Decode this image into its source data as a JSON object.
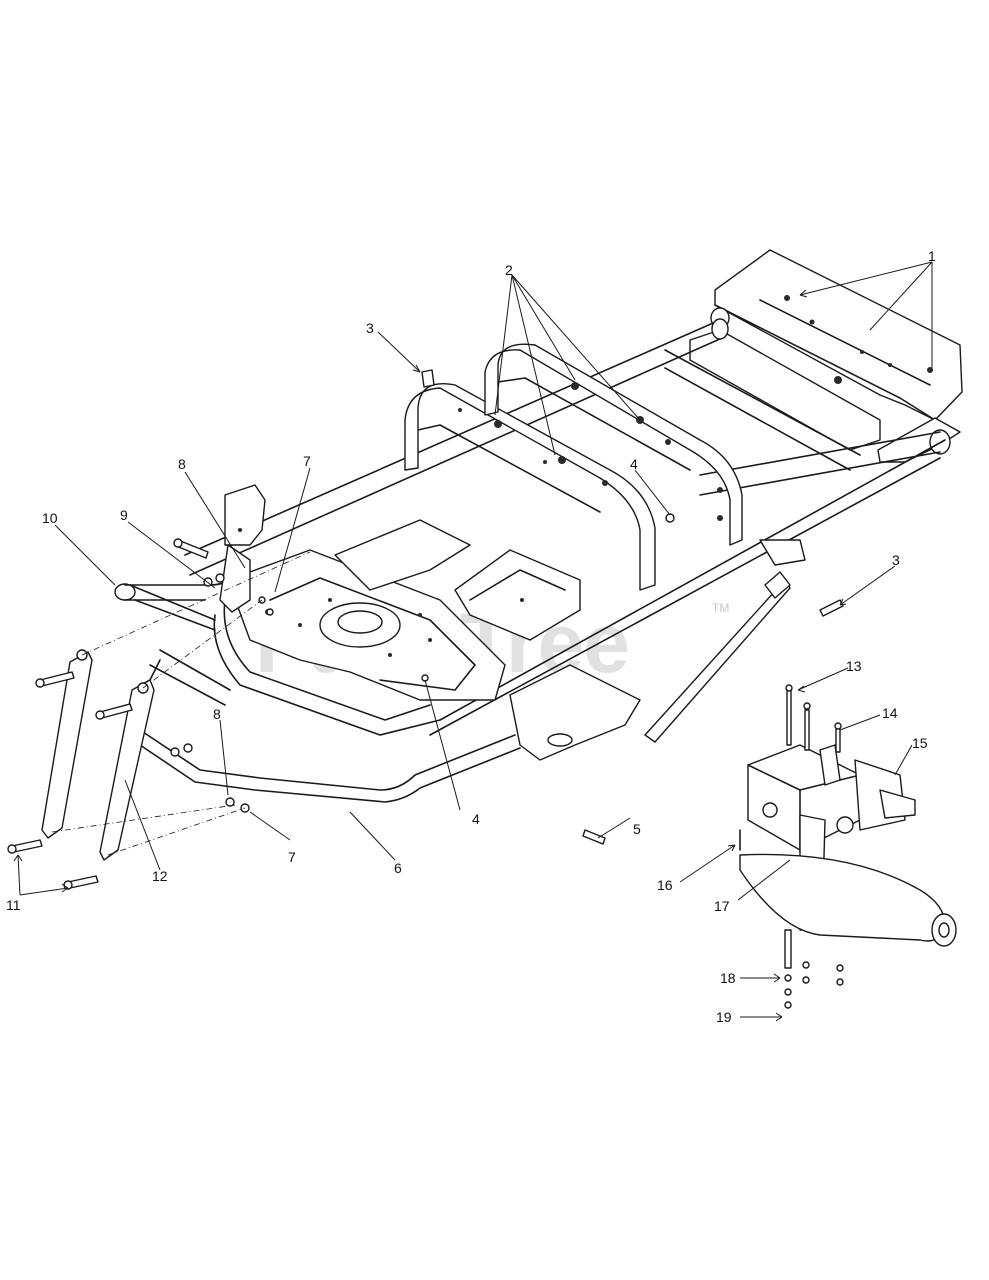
{
  "watermark": {
    "text": "PartsTree",
    "trademark": "TM"
  },
  "callouts": {
    "c1": "1",
    "c2": "2",
    "c3a": "3",
    "c3b": "3",
    "c4a": "4",
    "c4b": "4",
    "c5": "5",
    "c6": "6",
    "c7a": "7",
    "c7b": "7",
    "c8a": "8",
    "c8b": "8",
    "c9": "9",
    "c10": "10",
    "c11": "11",
    "c12": "12",
    "c13": "13",
    "c14": "14",
    "c15": "15",
    "c16": "16",
    "c17": "17",
    "c18": "18",
    "c19": "19"
  }
}
